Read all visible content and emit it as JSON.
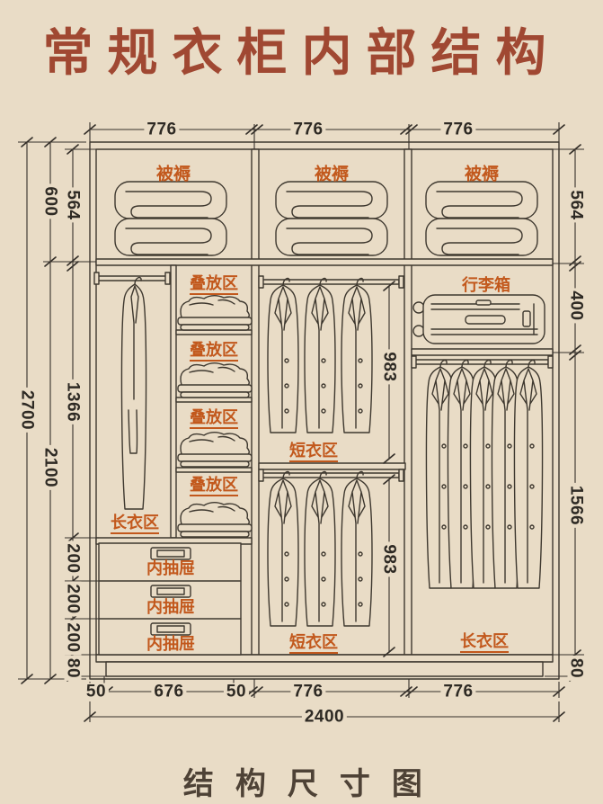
{
  "title": "常规衣柜内部结构",
  "caption": "结构尺寸图",
  "labels": {
    "bedding": "被褥",
    "stacking": "叠放区",
    "long_clothes": "长衣区",
    "short_clothes": "短衣区",
    "drawer": "内抽屉",
    "luggage": "行李箱"
  },
  "dimensions": {
    "top_widths": [
      "776",
      "776",
      "776"
    ],
    "total_height": "2700",
    "upper_section": "600",
    "lower_section": "2100",
    "left_inner": {
      "bedding": "564",
      "hanging": "1366",
      "drawers": [
        "200",
        "200",
        "200"
      ],
      "plinth": "80"
    },
    "right_side": {
      "bedding": "564",
      "luggage": "400",
      "long_hanging": "1566",
      "plinth": "80"
    },
    "short_rows": [
      "983",
      "983"
    ],
    "bottom_widths": [
      "50",
      "676",
      "50",
      "776",
      "776"
    ],
    "total_width": "2400"
  },
  "colors": {
    "background": "#e9dcc6",
    "line": "#3e382f",
    "zone_label": "#c2581c",
    "title": "#a04832",
    "dimension_text": "#2e2a24"
  }
}
